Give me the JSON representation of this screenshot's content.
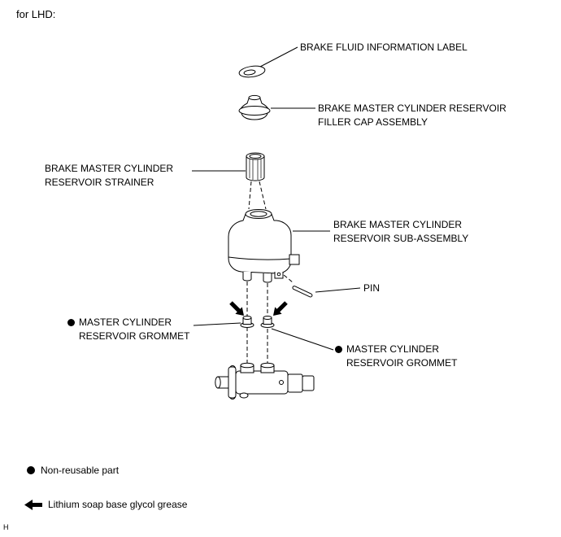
{
  "heading": "for LHD:",
  "parts": {
    "fluid_info": {
      "label": "BRAKE FLUID INFORMATION LABEL"
    },
    "filler_cap": {
      "line1": "BRAKE MASTER CYLINDER RESERVOIR",
      "line2": "FILLER CAP ASSEMBLY"
    },
    "strainer": {
      "line1": "BRAKE MASTER CYLINDER",
      "line2": "RESERVOIR STRAINER"
    },
    "reservoir": {
      "line1": "BRAKE MASTER CYLINDER",
      "line2": "RESERVOIR SUB-ASSEMBLY"
    },
    "pin": {
      "label": "PIN"
    },
    "grommet_left": {
      "line1": "MASTER CYLINDER",
      "line2": "RESERVOIR GROMMET"
    },
    "grommet_right": {
      "line1": "MASTER CYLINDER",
      "line2": "RESERVOIR GROMMET"
    }
  },
  "legend": {
    "non_reusable": "Non-reusable part",
    "grease": "Lithium soap base glycol grease"
  },
  "footer_mark": "H",
  "icons": {
    "non_reusable_bullet": "●",
    "grease_arrow": "◀"
  },
  "colors": {
    "line": "#000000",
    "text": "#000000",
    "background": "#ffffff"
  }
}
